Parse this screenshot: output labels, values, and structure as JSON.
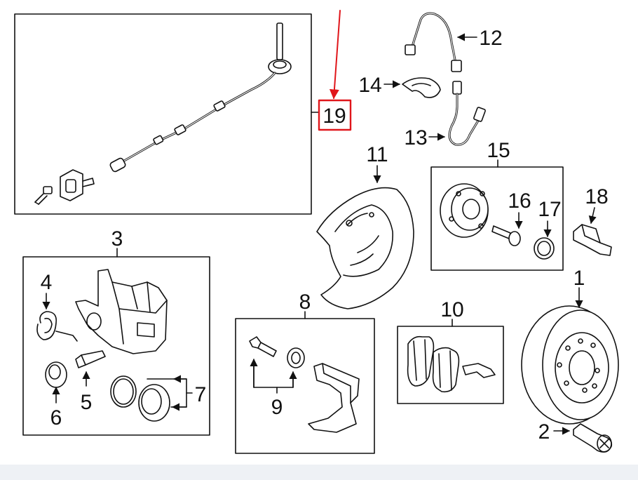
{
  "diagram": {
    "callouts": [
      {
        "id": "c1",
        "text": "1"
      },
      {
        "id": "c2",
        "text": "2"
      },
      {
        "id": "c3",
        "text": "3"
      },
      {
        "id": "c4",
        "text": "4"
      },
      {
        "id": "c5",
        "text": "5"
      },
      {
        "id": "c6",
        "text": "6"
      },
      {
        "id": "c7",
        "text": "7"
      },
      {
        "id": "c8",
        "text": "8"
      },
      {
        "id": "c9",
        "text": "9"
      },
      {
        "id": "c10",
        "text": "10"
      },
      {
        "id": "c11",
        "text": "11"
      },
      {
        "id": "c12",
        "text": "12"
      },
      {
        "id": "c13",
        "text": "13"
      },
      {
        "id": "c14",
        "text": "14"
      },
      {
        "id": "c15",
        "text": "15"
      },
      {
        "id": "c16",
        "text": "16"
      },
      {
        "id": "c17",
        "text": "17"
      },
      {
        "id": "c18",
        "text": "18"
      },
      {
        "id": "c19",
        "text": "19"
      }
    ],
    "highlight": {
      "callout": "19",
      "color": "#e0161b"
    },
    "colors": {
      "line": "#111111",
      "background": "#ffffff",
      "strip": "#eef1f5"
    }
  }
}
